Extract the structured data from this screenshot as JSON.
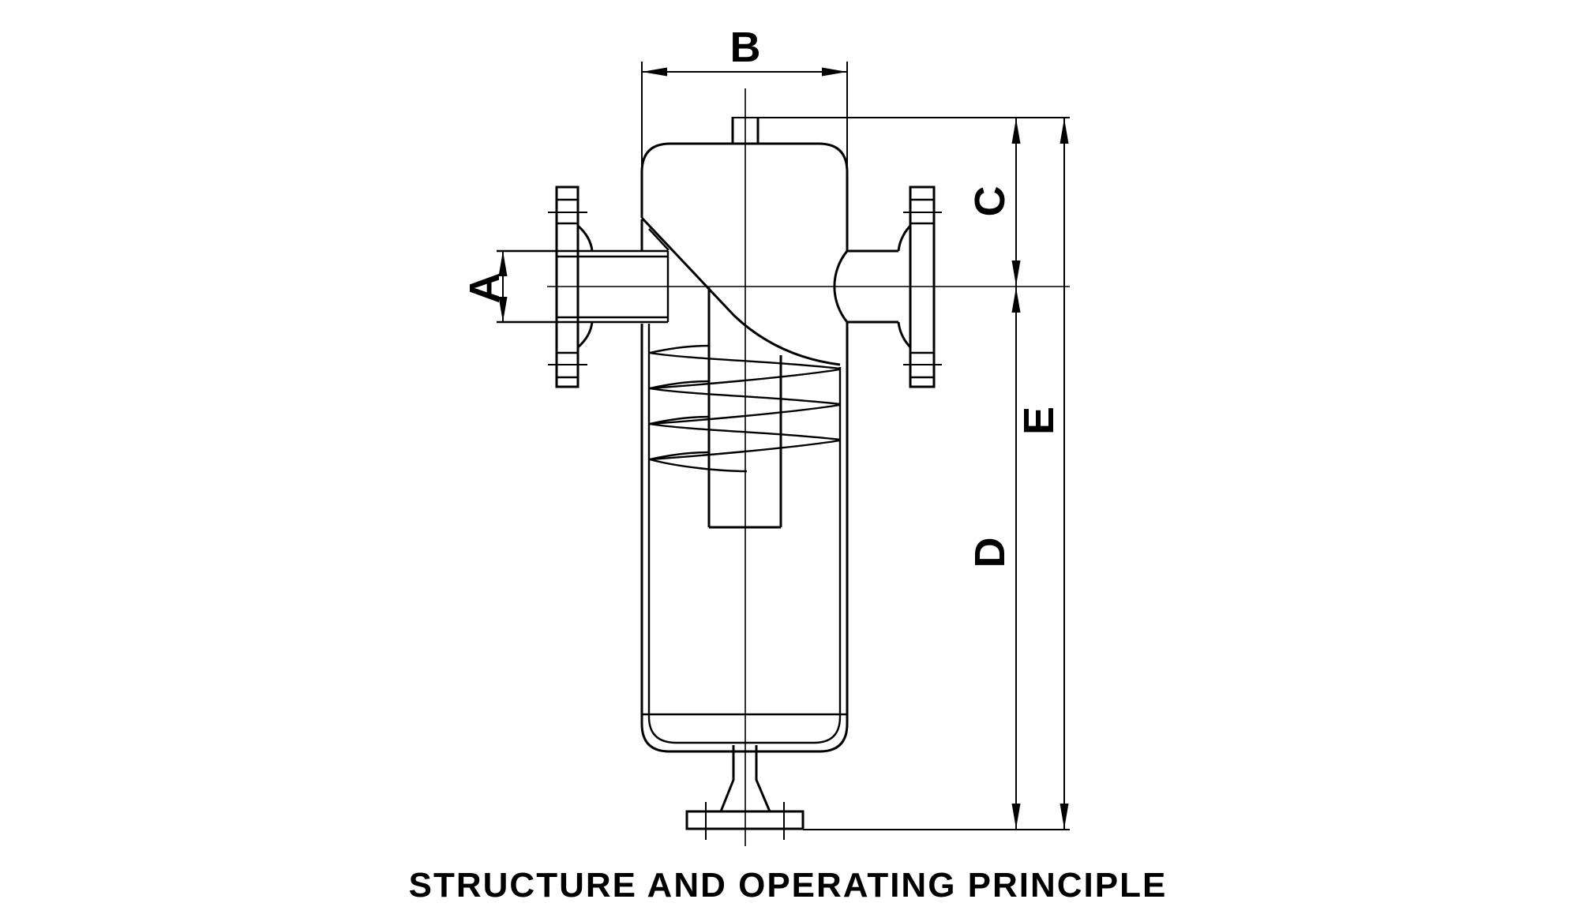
{
  "canvas": {
    "background": "#ffffff",
    "line_color": "#000000"
  },
  "drawing": {
    "title": "STRUCTURE AND OPERATING PRINCIPLE",
    "labels": {
      "a": "A",
      "b": "B",
      "c": "C",
      "d": "D",
      "e": "E"
    }
  }
}
